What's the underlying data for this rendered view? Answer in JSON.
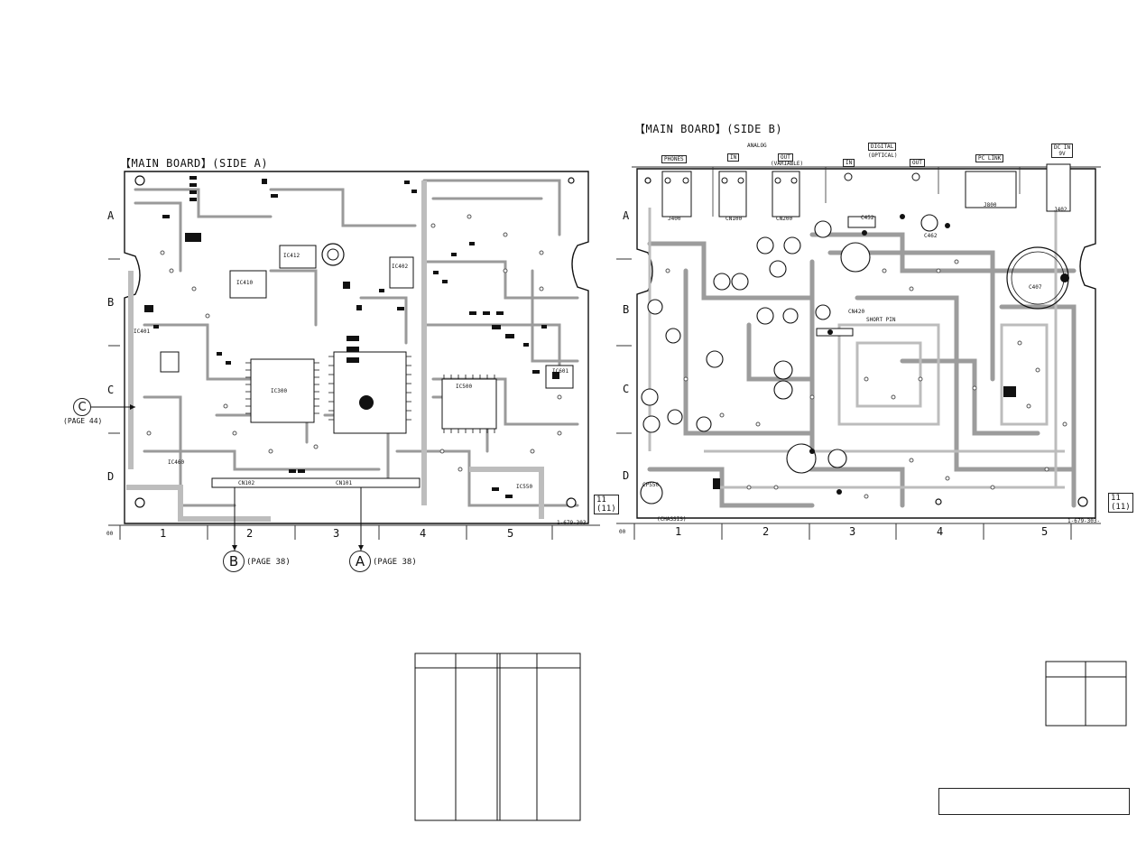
{
  "side_a": {
    "title": "【MAIN BOARD】(SIDE A)",
    "row_letters": [
      "A",
      "B",
      "C",
      "D"
    ],
    "col_numbers": [
      "1",
      "2",
      "3",
      "4",
      "5"
    ],
    "pcb_code": "1-679-303-",
    "page_tag": "11",
    "page_tag_sub": "(11)",
    "refs": {
      "c": {
        "letter": "C",
        "page": "(PAGE 44)"
      },
      "b": {
        "letter": "B",
        "page": "(PAGE 38)"
      },
      "a": {
        "letter": "A",
        "page": "(PAGE 38)"
      }
    },
    "connectors": {
      "cn102": "CN102",
      "cn101": "CN101"
    },
    "ics": {
      "ic410": "IC410",
      "ic412": "IC412",
      "ic402": "IC402",
      "ic500": "IC500",
      "ic300": "IC300",
      "ic401": "IC401",
      "ic601": "IC601",
      "ic460": "IC460",
      "ic550": "IC550"
    },
    "marker": "00"
  },
  "side_b": {
    "title": "【MAIN BOARD】(SIDE B)",
    "row_letters": [
      "A",
      "B",
      "C",
      "D"
    ],
    "col_numbers": [
      "1",
      "2",
      "3",
      "4",
      "5"
    ],
    "pcb_code": "1-679-303-",
    "page_tag": "11",
    "page_tag_sub": "(11)",
    "marker": "00",
    "headers": {
      "phones": "PHONES",
      "analog": "ANALOG",
      "analog_in": "IN",
      "analog_out": "OUT",
      "variable": "(VARIABLE)",
      "digital": "DIGITAL",
      "optical": "(OPTICAL)",
      "digital_in": "IN",
      "digital_out": "OUT",
      "pc_link": "PC LINK",
      "dc_in": "DC IN",
      "dc_volt": "9V"
    },
    "jacks": {
      "j400": "J400",
      "cn100": "CN100",
      "cn200": "CN200",
      "j800": "J800",
      "j402": "J402"
    },
    "labels": {
      "short_pin": "SHORT PIN",
      "cn420": "CN420",
      "cps50": "CPS50",
      "chassis": "(CHASSIS)",
      "c452": "C452",
      "c462": "C462",
      "c407": "C407"
    }
  }
}
